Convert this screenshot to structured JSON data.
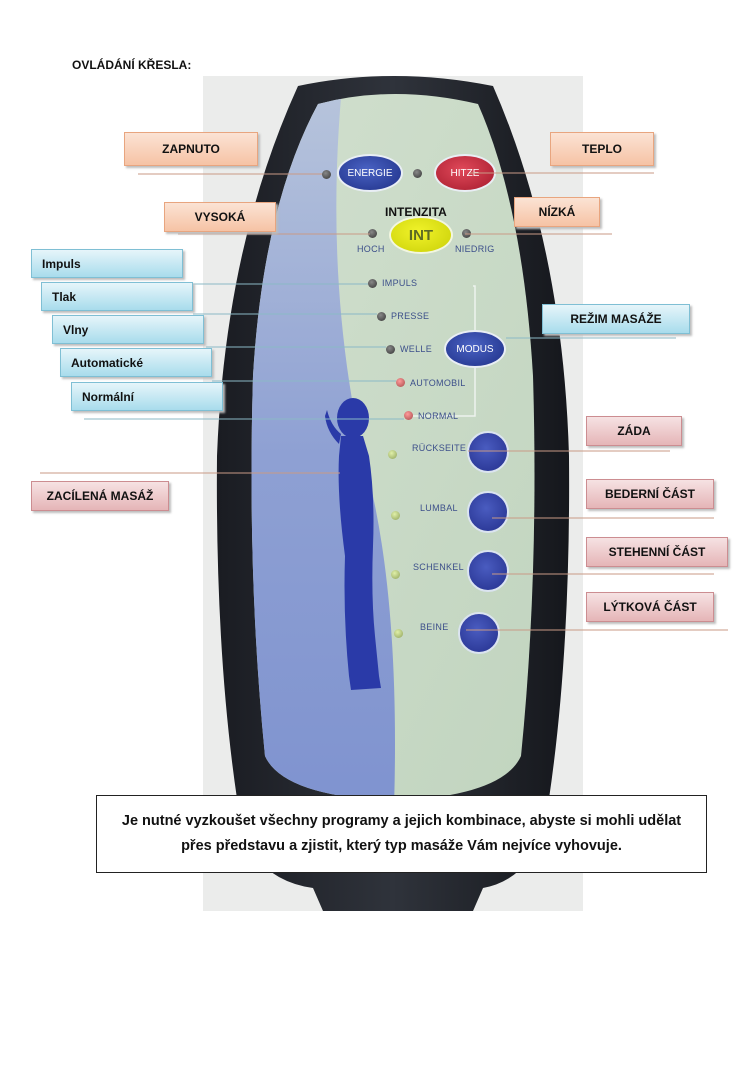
{
  "title": "OVLÁDÁNÍ KŘESLA:",
  "remote": {
    "energie": "ENERGIE",
    "hitze": "HITZE",
    "intenzita": "INTENZITA",
    "int": "INT",
    "hoch": "HOCH",
    "niedrig": "NIEDRIG",
    "modes": [
      "IMPULS",
      "PRESSE",
      "WELLE",
      "AUTOMOBIL",
      "NORMAL"
    ],
    "modus": "MODUS",
    "zones": [
      "RÜCKSEITE",
      "LUMBAL",
      "SCHENKEL",
      "BEINE"
    ]
  },
  "callouts": {
    "zapnuto": "ZAPNUTO",
    "teplo": "TEPLO",
    "vysoka": "VYSOKÁ",
    "nizka": "NÍZKÁ",
    "impuls": "Impuls",
    "tlak": "Tlak",
    "vlny": "Vlny",
    "automaticke": "Automatické",
    "normalni": "Normální",
    "rezim": "REŽIM MASÁŽE",
    "zada": "ZÁDA",
    "cilena": "ZACÍLENÁ MASÁŽ",
    "bederni": "BEDERNÍ ČÁST",
    "stehenni": "STEHENNÍ ČÁST",
    "lytkova": "LÝTKOVÁ ČÁST"
  },
  "note": "Je nutné vyzkoušet všechny programy a jejich kombinace, abyste si mohli udělat přes představu a zjistit, který typ masáže Vám nejvíce vyhovuje.",
  "colors": {
    "orange_callout": "#f6c3a5",
    "blue_callout": "#a8dcec",
    "pink_callout": "#e5b5b7",
    "panel_green": "#c9dac8",
    "panel_blue": "#8a9bd0"
  }
}
